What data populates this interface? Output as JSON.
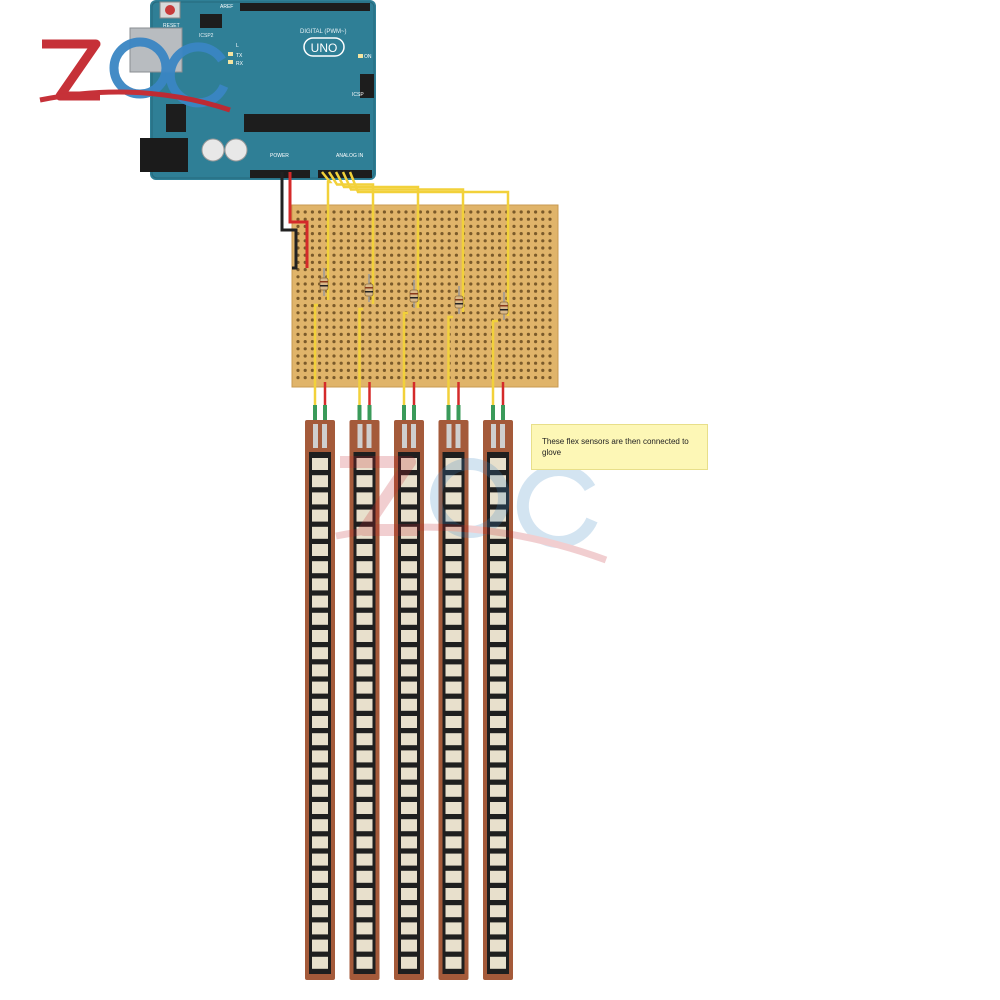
{
  "board": {
    "model": "UNO",
    "reset_label": "RESET",
    "icsp_label": "ICSP2",
    "digital_label": "DIGITAL (PWM~)",
    "aref_label": "AREF",
    "on_label": "ON",
    "tx_label": "TX",
    "rx_label": "RX",
    "l_label": "L",
    "icsp1_label": "ICSP",
    "power_label": "POWER",
    "analog_label": "ANALOG IN"
  },
  "sensor_count": 5,
  "note": {
    "text": "These flex sensors are then connected to glove"
  },
  "colors": {
    "board": "#2f7f96",
    "perfboard": "#e0b46a",
    "wire_yellow": "#f2d13a",
    "wire_red": "#d42a2a",
    "wire_black": "#222222",
    "sensor_body": "#a45a3a",
    "sensor_pad": "#e8e0cc",
    "watermark_red": "#c4262e",
    "watermark_blue": "#3a86c4"
  },
  "watermark": {
    "logo": "ZQC"
  }
}
